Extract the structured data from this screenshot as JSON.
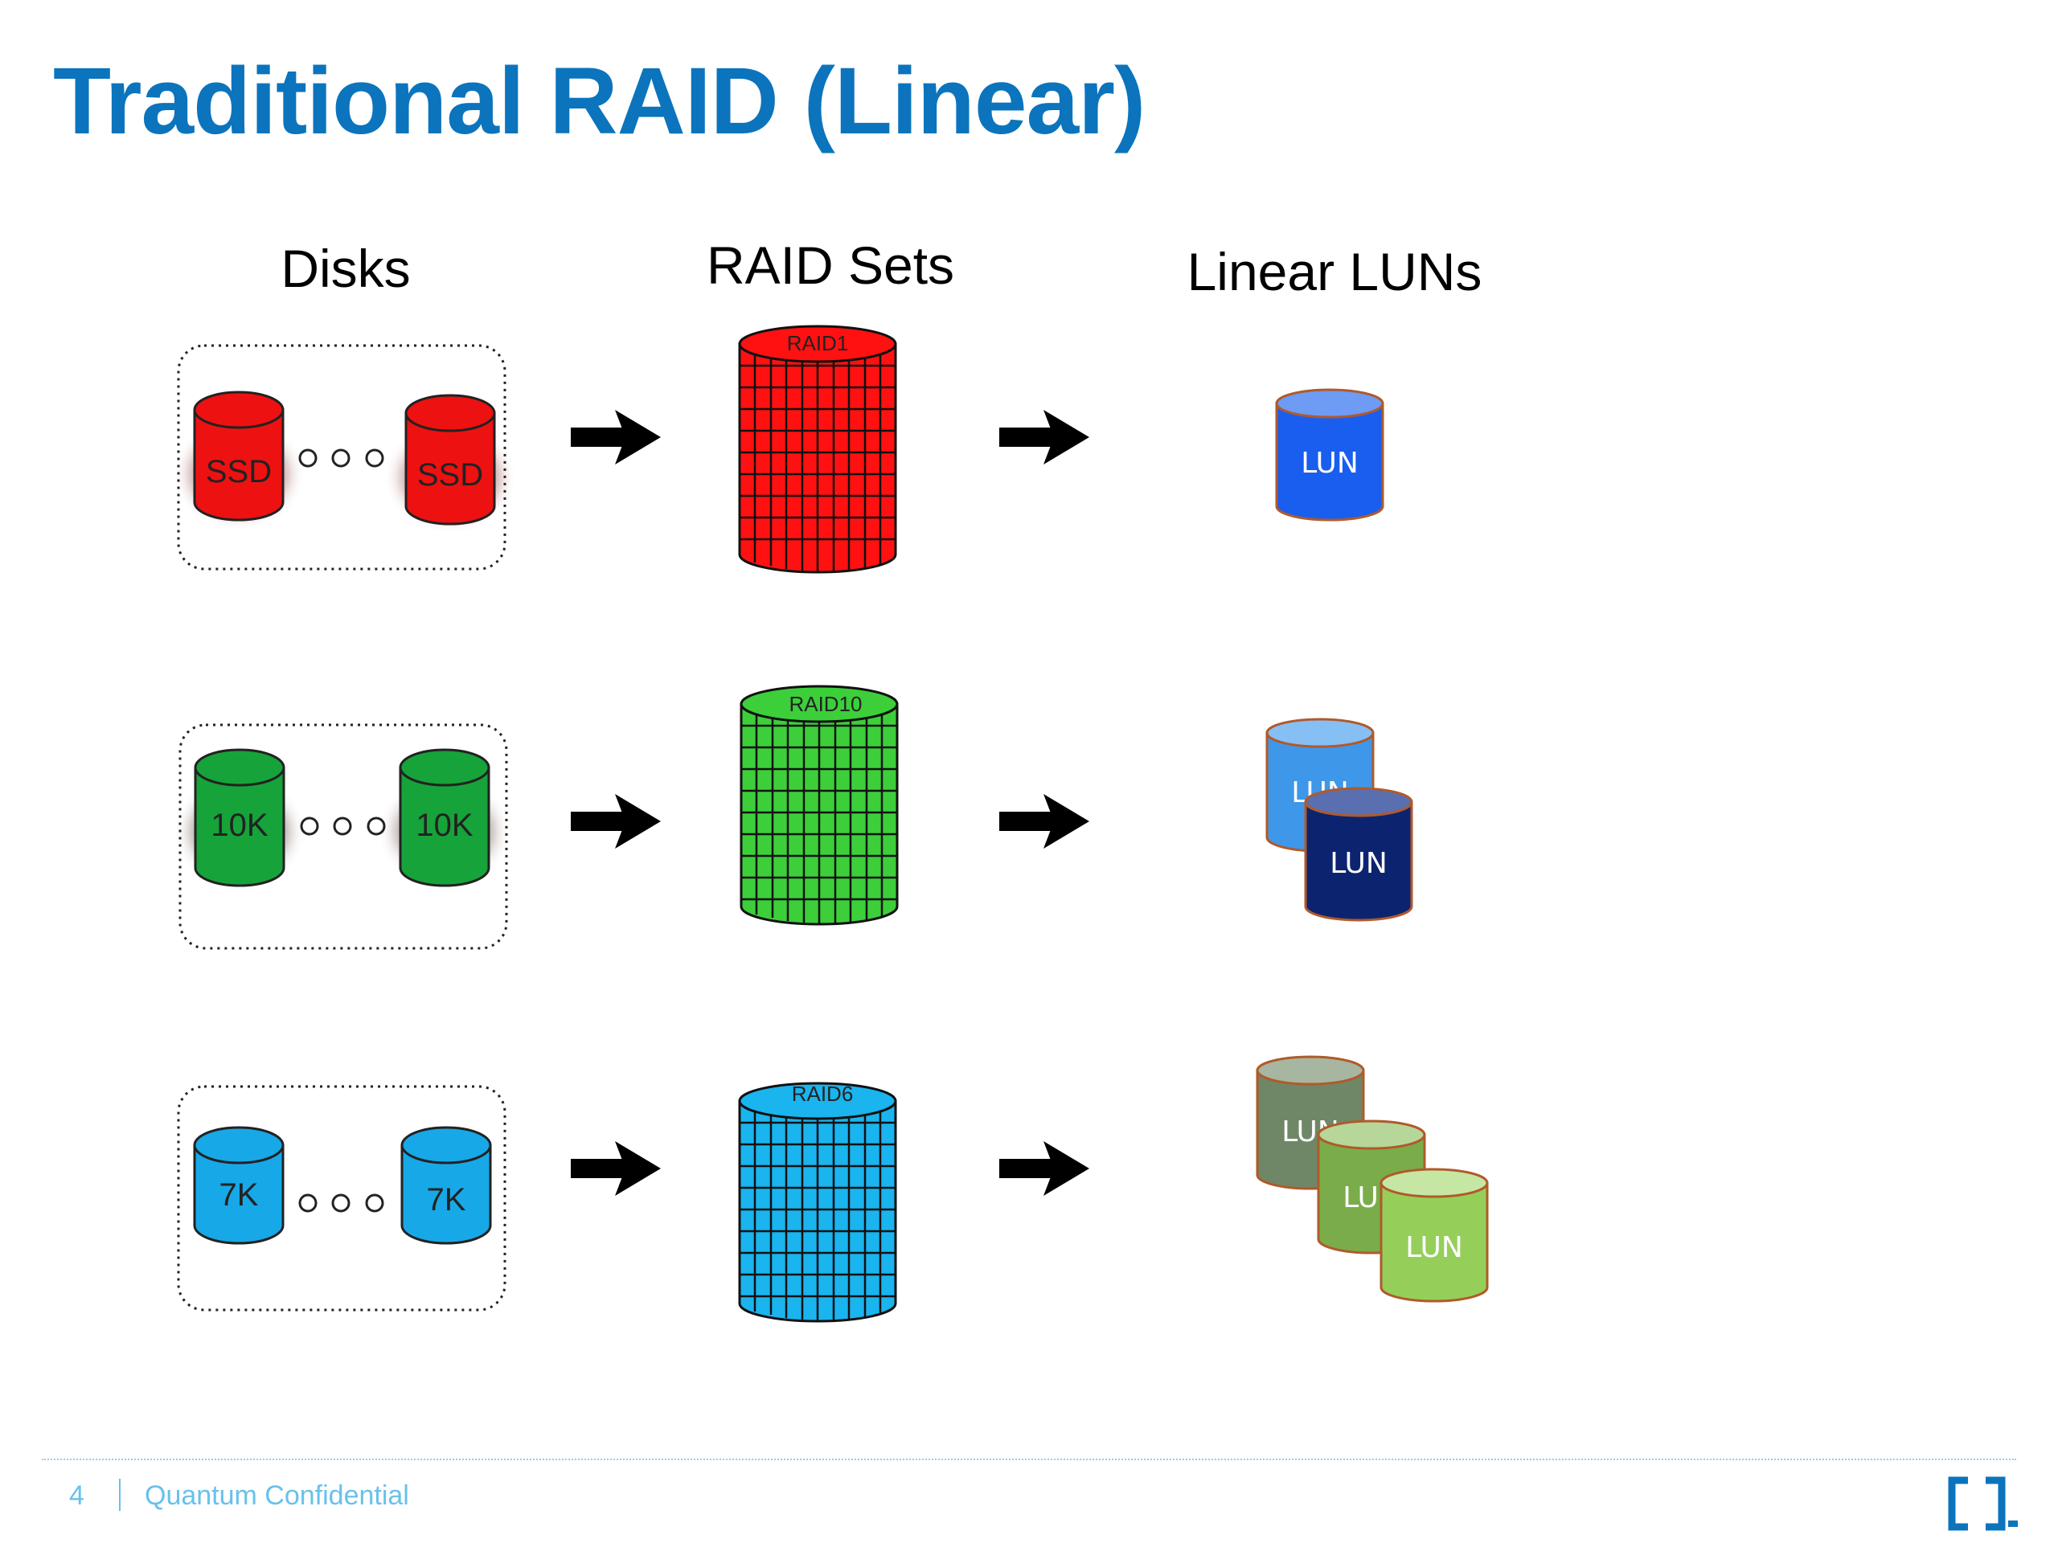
{
  "title": "Traditional RAID (Linear)",
  "columns": {
    "disks": "Disks",
    "raid_sets": "RAID Sets",
    "luns": "Linear LUNs"
  },
  "rows": [
    {
      "disk_label": "SSD",
      "disk_color": "#ee1111",
      "ellipsis": "ooo",
      "raid_label": "RAID1",
      "raid_color": "#ff1111",
      "luns": [
        {
          "label": "LUN",
          "color": "#1a5ef0"
        }
      ]
    },
    {
      "disk_label": "10K",
      "disk_color": "#16a33a",
      "ellipsis": "ooo",
      "raid_label": "RAID10",
      "raid_color": "#3ccf3a",
      "luns": [
        {
          "label": "LUN",
          "color": "#3f97ea"
        },
        {
          "label": "LUN",
          "color": "#0c2470"
        }
      ]
    },
    {
      "disk_label": "7K",
      "disk_color": "#17a8e8",
      "ellipsis": "ooo",
      "raid_label": "RAID6",
      "raid_color": "#1ab4ee",
      "luns": [
        {
          "label": "LUN",
          "color": "#6f8766"
        },
        {
          "label": "LUN",
          "color": "#7aad4a"
        },
        {
          "label": "LUN",
          "color": "#95cf5a"
        }
      ]
    }
  ],
  "footer": {
    "page": "4",
    "confidential": "Quantum Confidential"
  }
}
